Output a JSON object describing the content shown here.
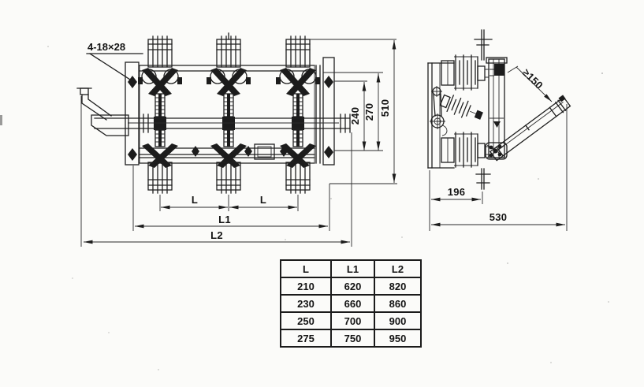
{
  "front_view": {
    "hole_label": "4-18×28",
    "dim_240": "240",
    "dim_270": "270",
    "dim_510": "510",
    "dim_L_left": "L",
    "dim_L_right": "L",
    "dim_L1": "L1",
    "dim_L2": "L2"
  },
  "side_view": {
    "dim_clearance": "≥150",
    "dim_196": "196",
    "dim_530": "530"
  },
  "table": {
    "headers": [
      "L",
      "L1",
      "L2"
    ],
    "rows": [
      [
        "210",
        "620",
        "820"
      ],
      [
        "230",
        "660",
        "860"
      ],
      [
        "250",
        "700",
        "900"
      ],
      [
        "275",
        "750",
        "950"
      ]
    ]
  },
  "colors": {
    "ink": "#1f1f1f",
    "paper": "#fbfbf9"
  }
}
